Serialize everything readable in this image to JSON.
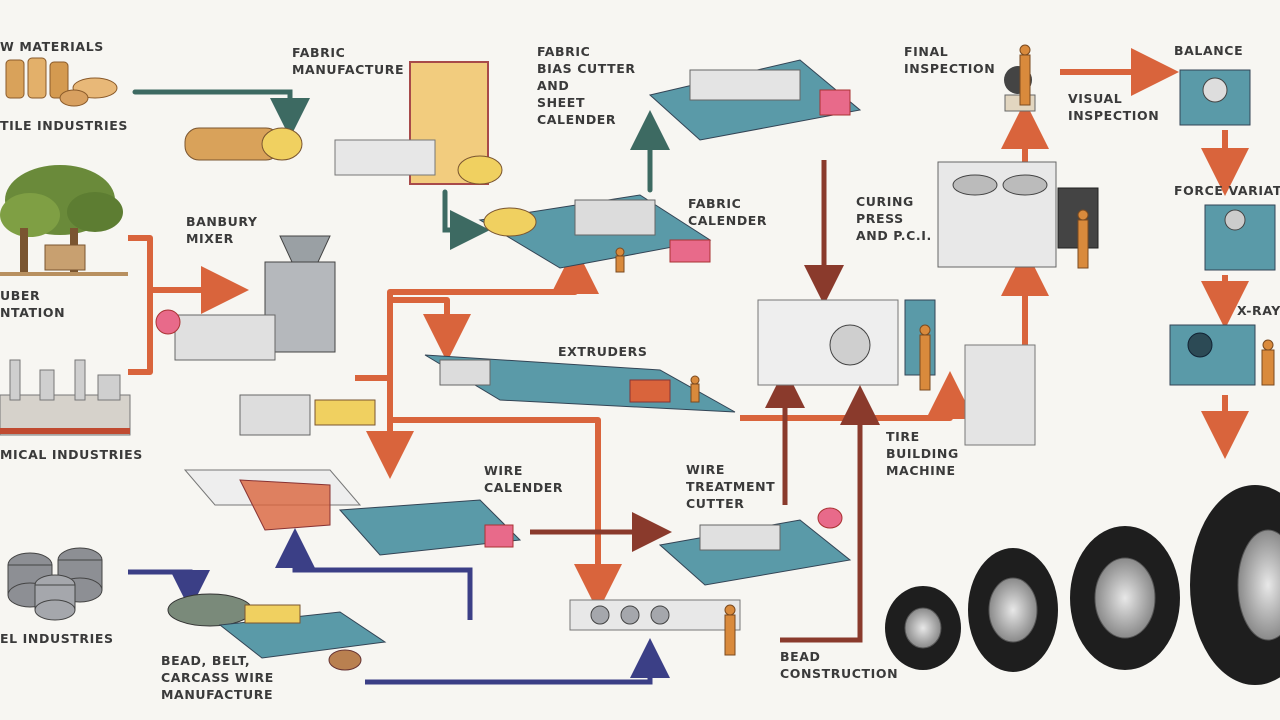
{
  "labels": {
    "raw_materials": "W MATERIALS",
    "textile_industries": "TILE INDUSTRIES",
    "rubber_plantation": "UBER\nNTATION",
    "chemical_industries": "MICAL INDUSTRIES",
    "steel_industries": "EL INDUSTRIES",
    "fabric_manufacture": "FABRIC\nMANUFACTURE",
    "fabric_bias_cutter": "FABRIC\nBIAS CUTTER\nAND\nSHEET\nCALENDER",
    "fabric_calender": "FABRIC\nCALENDER",
    "banbury_mixer": "BANBURY\nMIXER",
    "extruders": "EXTRUDERS",
    "wire_calender": "WIRE\nCALENDER",
    "wire_treatment_cutter": "WIRE\nTREATMENT\nCUTTER",
    "bead_belt_carcass": "BEAD, BELT,\nCARCASS WIRE\nMANUFACTURE",
    "bead_construction": "BEAD\nCONSTRUCTION",
    "curing_press": "CURING\nPRESS\nAND P.C.I.",
    "tire_building_machine": "TIRE\nBUILDING\nMACHINE",
    "final_inspection": "FINAL\nINSPECTION",
    "visual_inspection": "VISUAL\nINSPECTION",
    "balance": "BALANCE",
    "force_variation": "FORCE VARIATI",
    "x_ray": "X-RAY"
  },
  "colors": {
    "rubber_flow": "#d9643c",
    "fabric_flow": "#3d6a62",
    "steel_flow": "#3b3f86",
    "dark_flow": "#8a3a2c",
    "machine_teal": "#5a9aa8",
    "tire_black": "#1e1e1e"
  },
  "icons": [
    "raw-material-bales-icon",
    "tree-icon",
    "refinery-icon",
    "steel-coil-icon",
    "tire-icon",
    "machine-icon",
    "worker-icon"
  ]
}
